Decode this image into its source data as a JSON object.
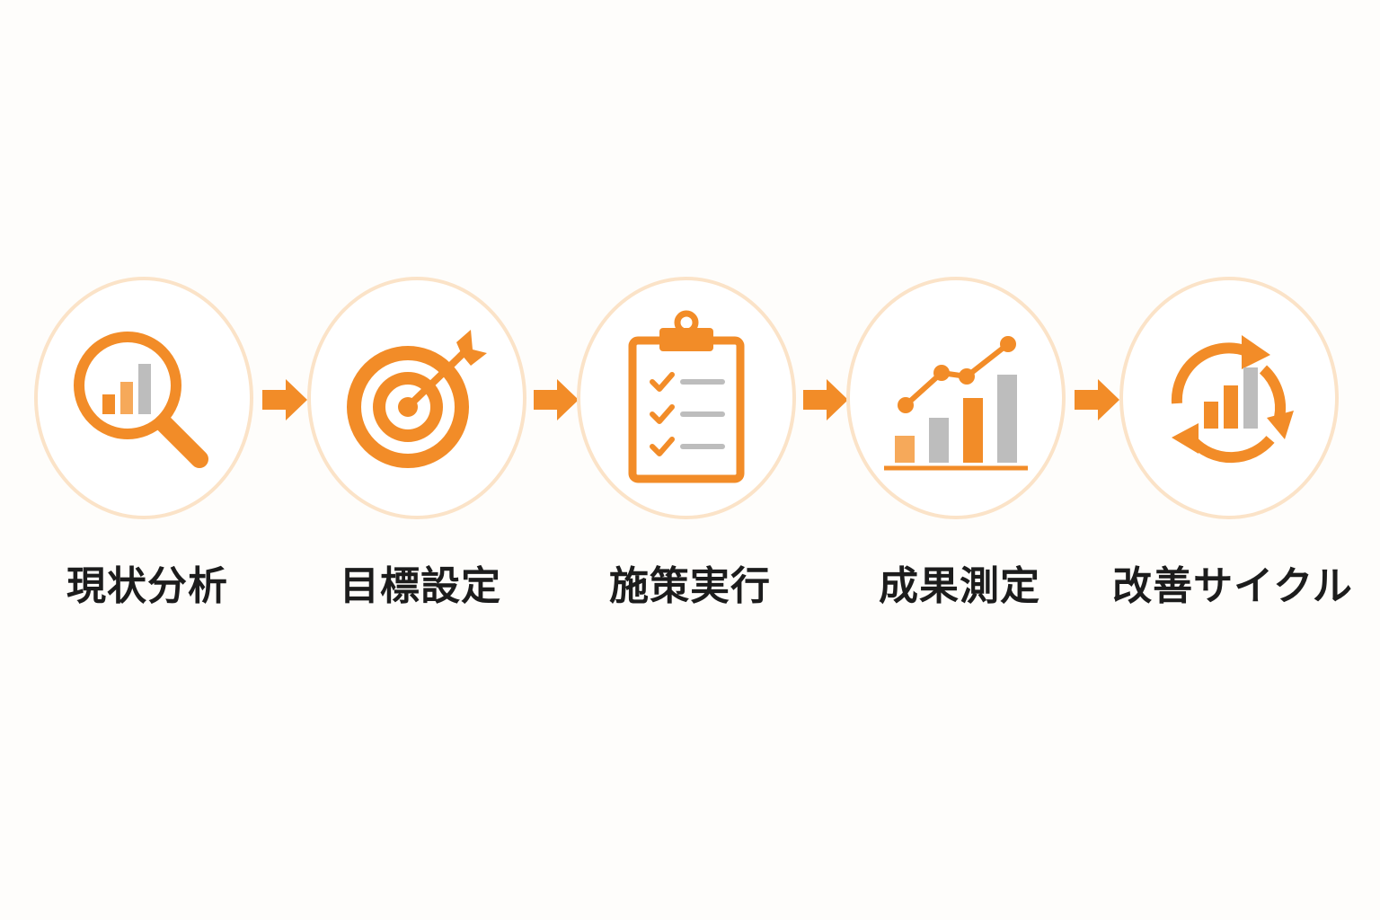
{
  "colors": {
    "accent": "#f28c28",
    "accent_light": "#f6a95a",
    "gray": "#bdbdbd",
    "ring": "#fbe3c8",
    "text": "#1c1c1c"
  },
  "steps": [
    {
      "label": "現状分析",
      "icon": "magnifier-chart-icon"
    },
    {
      "label": "目標設定",
      "icon": "target-icon"
    },
    {
      "label": "施策実行",
      "icon": "clipboard-checklist-icon"
    },
    {
      "label": "成果測定",
      "icon": "growth-chart-icon"
    },
    {
      "label": "改善サイクル",
      "icon": "cycle-chart-icon"
    }
  ]
}
